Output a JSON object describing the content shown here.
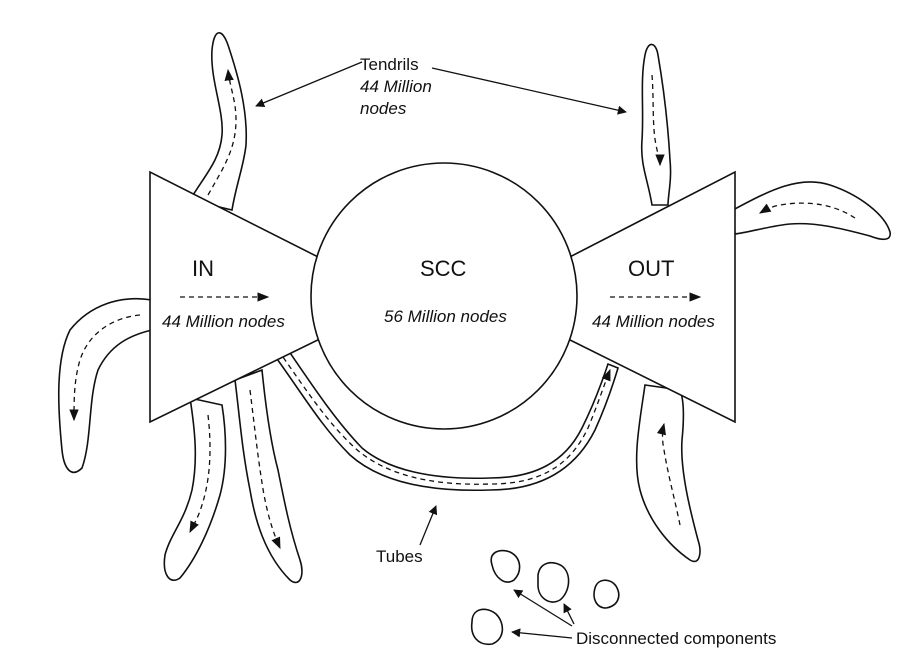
{
  "title": "Bow-tie structure of the Web",
  "in": {
    "label": "IN",
    "size": "44 Million nodes"
  },
  "scc": {
    "label": "SCC",
    "size": "56 Million nodes"
  },
  "out": {
    "label": "OUT",
    "size": "44 Million nodes"
  },
  "tendrils": {
    "label": "Tendrils",
    "size_line1": "44 Million",
    "size_line2": "nodes"
  },
  "tubes": {
    "label": "Tubes"
  },
  "disconnected": {
    "label": "Disconnected components"
  },
  "colors": {
    "stroke": "#111111",
    "background": "#ffffff"
  }
}
